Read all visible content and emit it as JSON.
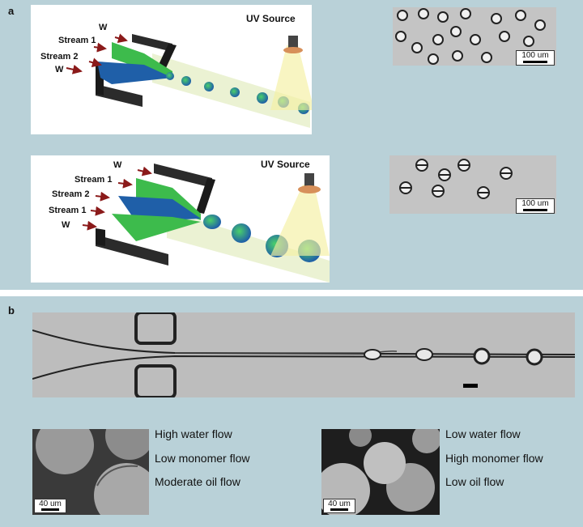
{
  "panel_a": {
    "label": "a",
    "top_diagram": {
      "uv_label": "UV Source",
      "labels": [
        "W",
        "Stream 1",
        "Stream 2",
        "W"
      ]
    },
    "bottom_diagram": {
      "uv_label": "UV Source",
      "labels": [
        "W",
        "Stream 1",
        "Stream 2",
        "Stream 1",
        "W"
      ]
    },
    "micrograph_top_scale": "100 um",
    "micrograph_bottom_scale": "100 um"
  },
  "panel_b": {
    "label": "b",
    "sem_left": {
      "scale": "40 um",
      "conditions": [
        "High water flow",
        "Low monomer flow",
        "Moderate oil flow"
      ]
    },
    "sem_right": {
      "scale": "40 um",
      "conditions": [
        "Low water flow",
        "High monomer flow",
        "Low oil flow"
      ]
    }
  },
  "colors": {
    "panel_bg": "#b9d1d8",
    "arrow": "#8b1a1a",
    "stream_green": "#3dbb4c",
    "stream_blue": "#1f5fa8"
  }
}
